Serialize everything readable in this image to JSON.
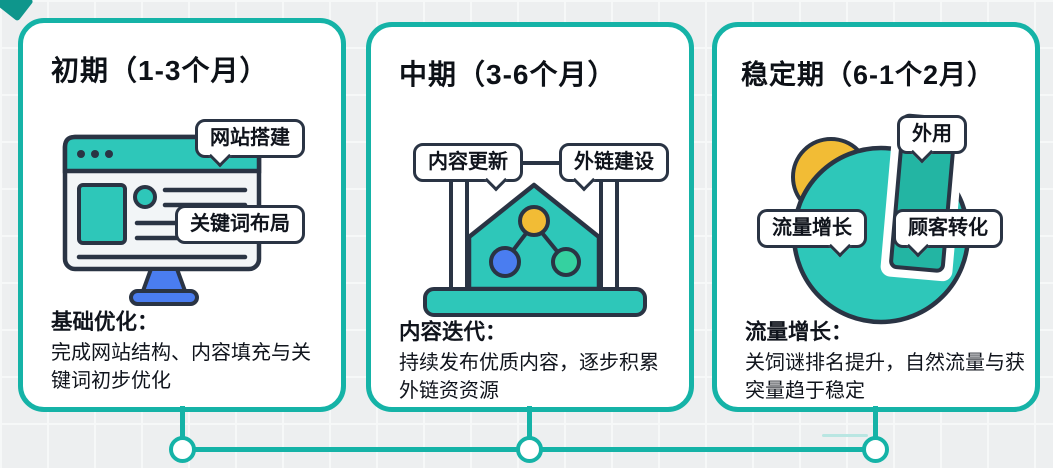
{
  "colors": {
    "card_border_teal": "#15b3a7",
    "illustration_outline": "#2a3444",
    "teal_fill": "#2ec7b9",
    "dark_teal_fill": "#23b5a3",
    "blue_accent": "#4a7df0",
    "yellow_accent": "#f2bc35",
    "green_accent": "#35d1a0"
  },
  "cards": [
    {
      "title": "初期（1-3个月）",
      "bubbles": [
        "网站搭建",
        "关键词布局"
      ],
      "label": "基础优化：",
      "description": "完成网站结构、内容填充与关键词初步优化"
    },
    {
      "title": "中期（3-6个月）",
      "bubbles": [
        "内容更新",
        "外链建设"
      ],
      "label": "内容迭代：",
      "description": "持续发布优质内容，逐步积累外链资资源"
    },
    {
      "title": "稳定期（6-1个2月）",
      "bubbles": [
        "外用",
        "流量增长",
        "顾客转化"
      ],
      "label": "流量增长：",
      "description": "关饲谜排名提升，自然流量与获突量趋于稳定"
    }
  ],
  "timeline": {
    "node_count": 3
  }
}
